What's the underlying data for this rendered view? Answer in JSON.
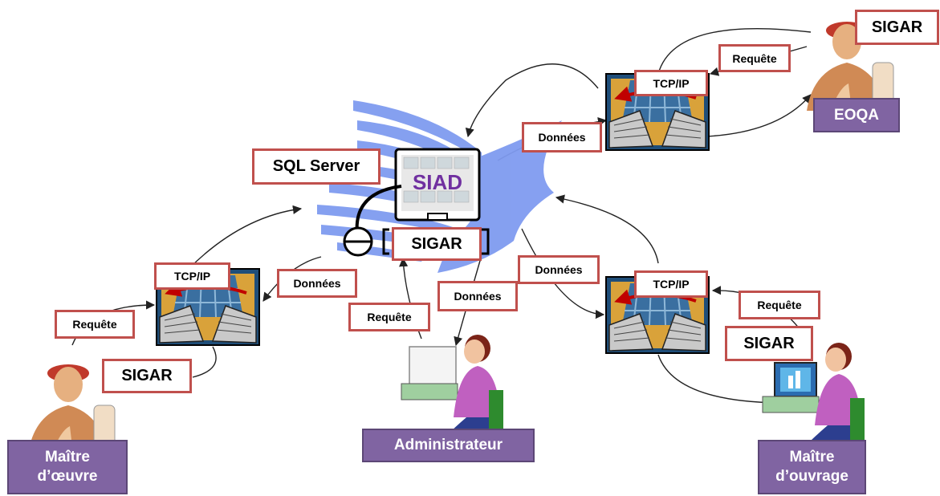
{
  "labels": {
    "sql_server": "SQL Server",
    "siad": "SIAD",
    "sigar_center": "SIGAR",
    "sigar_eoqa": "SIGAR",
    "sigar_maitre_oeuvre": "SIGAR",
    "sigar_maitre_ouvrage": "SIGAR",
    "tcpip_top": "TCP/IP",
    "tcpip_left": "TCP/IP",
    "tcpip_right": "TCP/IP",
    "requete_top": "Requête",
    "requete_left": "Requête",
    "requete_center": "Requête",
    "requete_right": "Requête",
    "donnees_top": "Données",
    "donnees_left": "Données",
    "donnees_center": "Données",
    "donnees_right": "Données"
  },
  "roles": {
    "eoqa": "EOQA",
    "administrateur": "Administrateur",
    "maitre_oeuvre_line1": "Maître",
    "maitre_oeuvre_line2": "d’œuvre",
    "maitre_ouvrage_line1": "Maître",
    "maitre_ouvrage_line2": "d’ouvrage"
  },
  "colors": {
    "label_border": "#c0504d",
    "role_fill": "#8064a2",
    "network_arrow": "#c00000",
    "fan_blue": "#7f9bf0"
  },
  "icons": [
    "network-computer-icon",
    "person-icon",
    "server-monitor-icon",
    "database-icon"
  ]
}
